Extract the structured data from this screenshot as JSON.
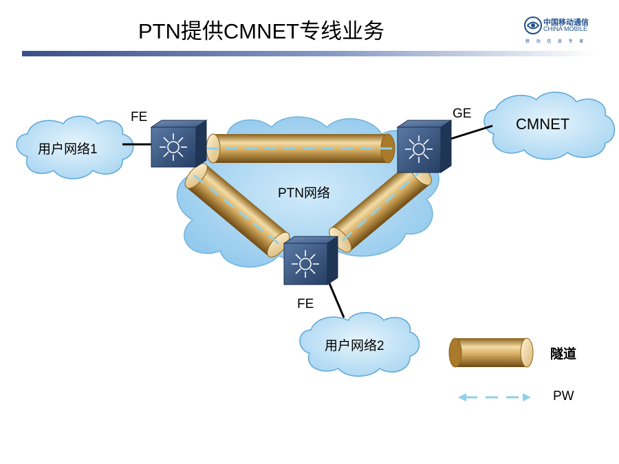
{
  "title": "PTN提供CMNET专线业务",
  "logo": {
    "cn": "中国移动通信",
    "en": "CHINA MOBILE",
    "tagline": "移 动 信 息 专 家"
  },
  "nodes": {
    "user1": "用户网络1",
    "user2": "用户网络2",
    "cmnet": "CMNET",
    "ptn": "PTN网络"
  },
  "links": {
    "fe_top": "FE",
    "fe_bottom": "FE",
    "ge": "GE"
  },
  "legend": {
    "tunnel": "隧道",
    "pw": "PW"
  },
  "colors": {
    "cloud": "#bfe0f5",
    "cloud_stroke": "#5aa6d6",
    "tunnel": "#b8862e",
    "pw": "#7ec4e0",
    "router": "#2e4a6e"
  }
}
